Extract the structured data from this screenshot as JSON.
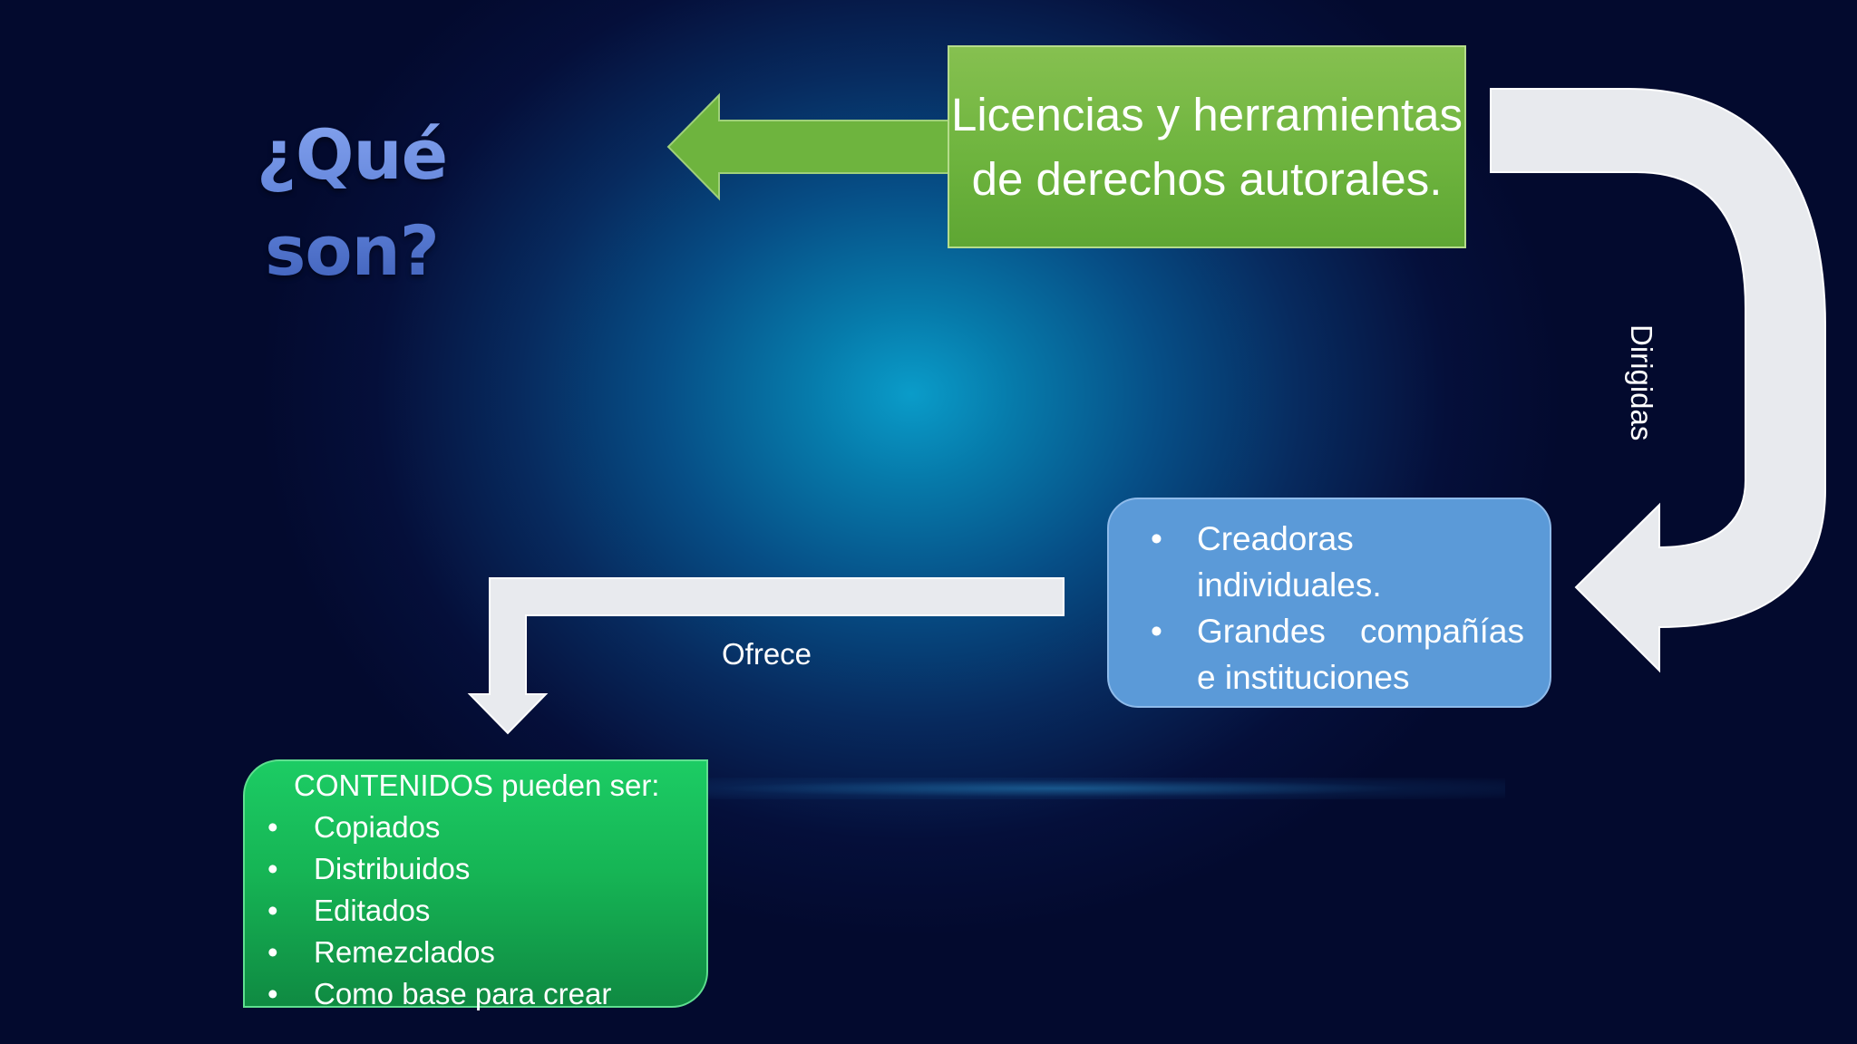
{
  "title": {
    "line1": "¿Qué",
    "line2": "son?"
  },
  "top_box": {
    "text": "Licencias y herramientas de derechos autorales."
  },
  "audience_box": {
    "items": [
      "Creadoras individuales.",
      "Grandes compañías e instituciones"
    ]
  },
  "content_box": {
    "header": "CONTENIDOS pueden ser:",
    "items": [
      "Copiados",
      "Distribuidos",
      "Editados",
      "Remezclados",
      "Como base para crear"
    ]
  },
  "connectors": {
    "to_audience_label": "Dirigidas",
    "to_content_label": "Ofrece"
  },
  "colors": {
    "top_box": "#6eb43e",
    "audience_box": "#5b9ad8",
    "content_box": "#16b555",
    "connector_arrows": "#e8eaee",
    "title": "#5b7fd6"
  }
}
